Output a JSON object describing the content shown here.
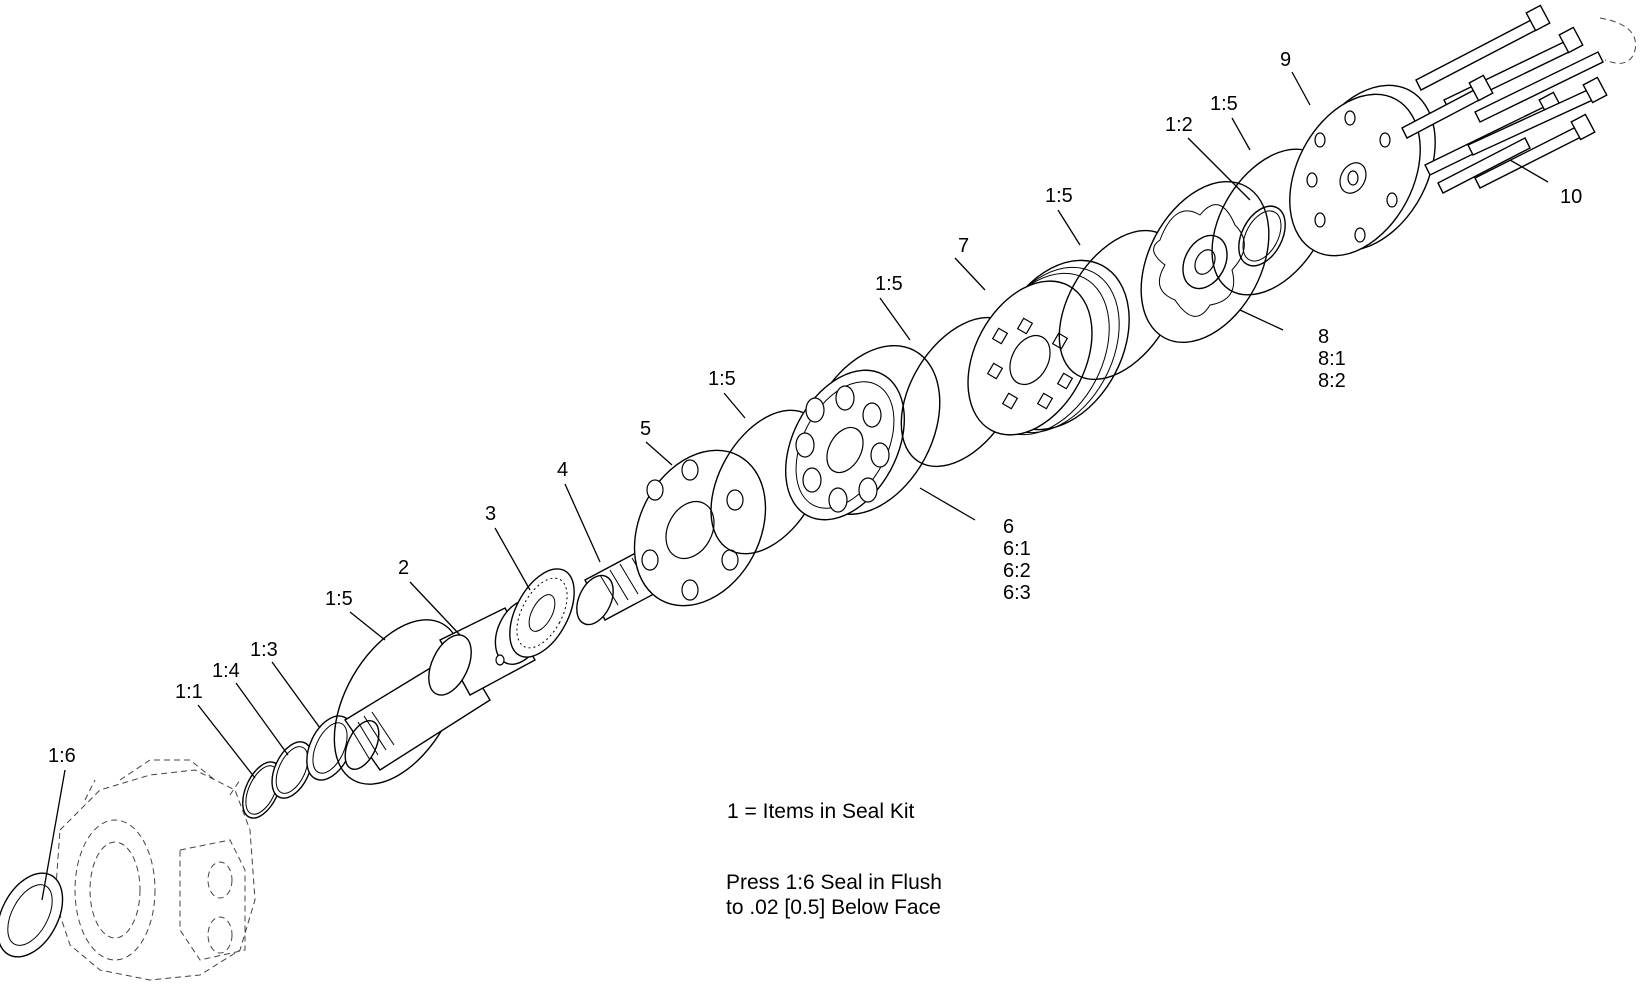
{
  "callouts": {
    "c1_6": "1:6",
    "c1_1": "1:1",
    "c1_4": "1:4",
    "c1_3": "1:3",
    "c1_5_a": "1:5",
    "c2": "2",
    "c3": "3",
    "c4": "4",
    "c5": "5",
    "c1_5_b": "1:5",
    "c6": "6",
    "c6_1": "6:1",
    "c6_2": "6:2",
    "c6_3": "6:3",
    "c1_5_c": "1:5",
    "c7": "7",
    "c1_5_d": "1:5",
    "c8": "8",
    "c8_1": "8:1",
    "c8_2": "8:2",
    "c1_2": "1:2",
    "c1_5_e": "1:5",
    "c9": "9",
    "c10": "10"
  },
  "notes": {
    "seal_kit": "1 = Items in Seal Kit",
    "press_line1": "Press 1:6 Seal in Flush",
    "press_line2": "to .02 [0.5] Below Face"
  }
}
